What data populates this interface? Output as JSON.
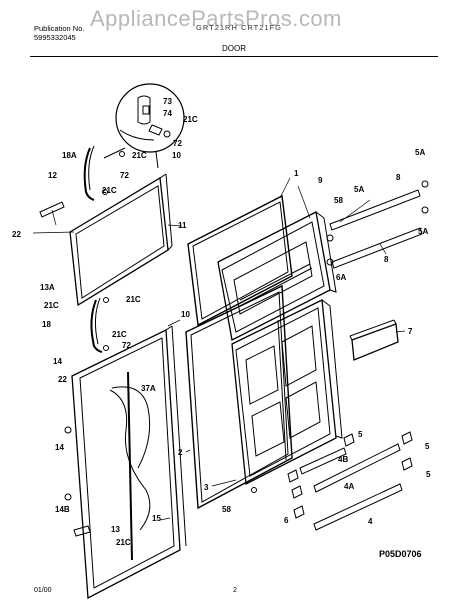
{
  "header": {
    "publication_label": "Publication No.",
    "publication_number": "5995332045",
    "models_text": "GRT21RH  CRT21FG",
    "section": "DOOR",
    "watermark": "AppliancePartsPros.com"
  },
  "diagram_code": "P05D0706",
  "footer": {
    "date": "01/00",
    "page": "2"
  },
  "callouts": {
    "c73": "73",
    "c74": "74",
    "c21c_a": "21C",
    "c72_a": "72",
    "c18a": "18A",
    "c21c_b": "21C",
    "c10_a": "10",
    "c72_b": "72",
    "c12": "12",
    "c21c_c": "21C",
    "c11": "11",
    "c22_a": "22",
    "c13a": "13A",
    "c21c_d": "21C",
    "c21c_e": "21C",
    "c10_b": "10",
    "c18": "18",
    "c21c_f": "21C",
    "c72_c": "72",
    "c14_a": "14",
    "c22_b": "22",
    "c37a": "37A",
    "c14_b": "14",
    "c14b": "14B",
    "c15": "15",
    "c13": "13",
    "c21c_g": "21C",
    "c1": "1",
    "c2": "2",
    "c3": "3",
    "c9": "9",
    "c58_a": "58",
    "c5a_a": "5A",
    "c5a_b": "5A",
    "c5a_c": "5A",
    "c6a": "6A",
    "c8_a": "8",
    "c8_b": "8",
    "c7": "7",
    "c5_a": "5",
    "c5_b": "5",
    "c4b": "4B",
    "c4a": "4A",
    "c4": "4",
    "c5_c": "5",
    "c58_b": "58",
    "c6": "6"
  }
}
